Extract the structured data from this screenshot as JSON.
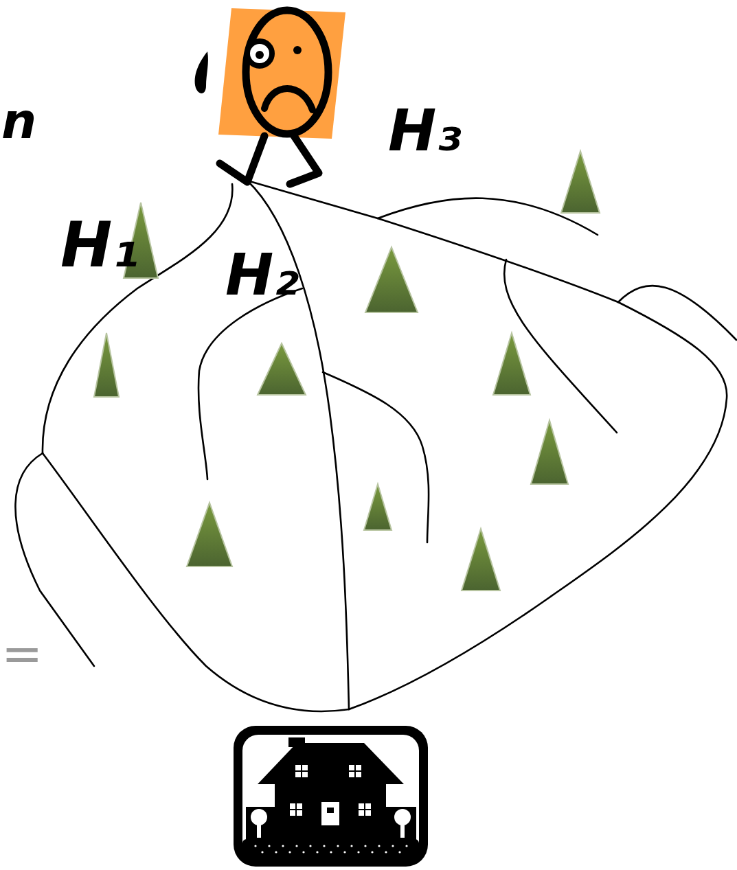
{
  "diagram": {
    "labels": [
      "n",
      "H₃",
      "H₁",
      "H₂",
      "="
    ]
  }
}
